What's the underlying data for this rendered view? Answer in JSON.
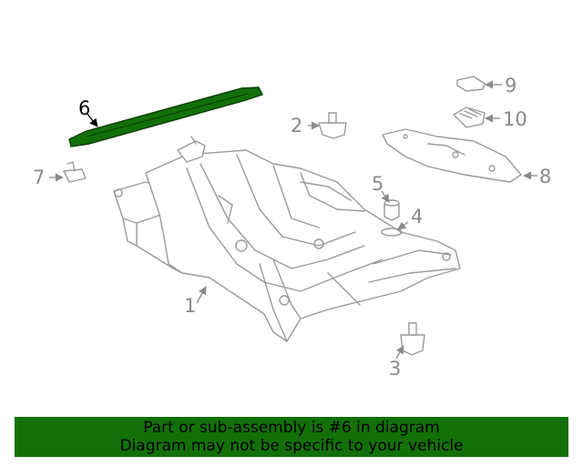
{
  "diagram": {
    "highlight_color": "#137008",
    "highlighted_part": "6",
    "callouts": {
      "c1": "1",
      "c2": "2",
      "c3": "3",
      "c4": "4",
      "c5": "5",
      "c6": "6",
      "c7": "7",
      "c8": "8",
      "c9": "9",
      "c10": "10"
    }
  },
  "banner": {
    "line1": "Part or sub-assembly is #6 in diagram",
    "line2": "Diagram may not be specific to your vehicle",
    "background": "#137008"
  }
}
